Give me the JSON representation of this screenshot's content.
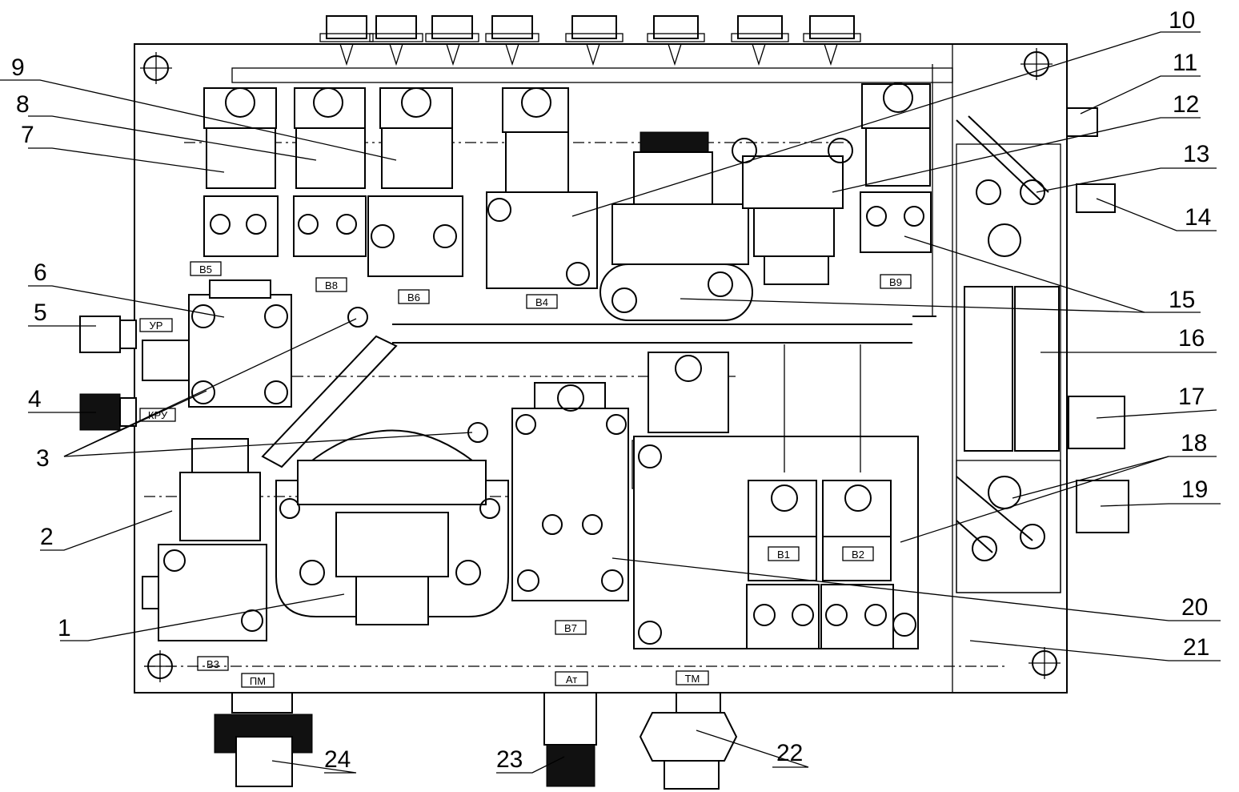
{
  "callouts": [
    "1",
    "2",
    "3",
    "4",
    "5",
    "6",
    "7",
    "8",
    "9",
    "10",
    "11",
    "12",
    "13",
    "14",
    "15",
    "16",
    "17",
    "18",
    "19",
    "20",
    "21",
    "22",
    "23",
    "24"
  ],
  "port_tags": {
    "b5": "В5",
    "b8": "В8",
    "b6": "В6",
    "b4": "В4",
    "b9": "В9",
    "b1": "В1",
    "b2": "В2",
    "b7": "В7",
    "b3": "В3",
    "ur": "УР",
    "kru": "КРУ",
    "pm": "ПМ",
    "am": "Ат",
    "tm": "ТМ"
  }
}
